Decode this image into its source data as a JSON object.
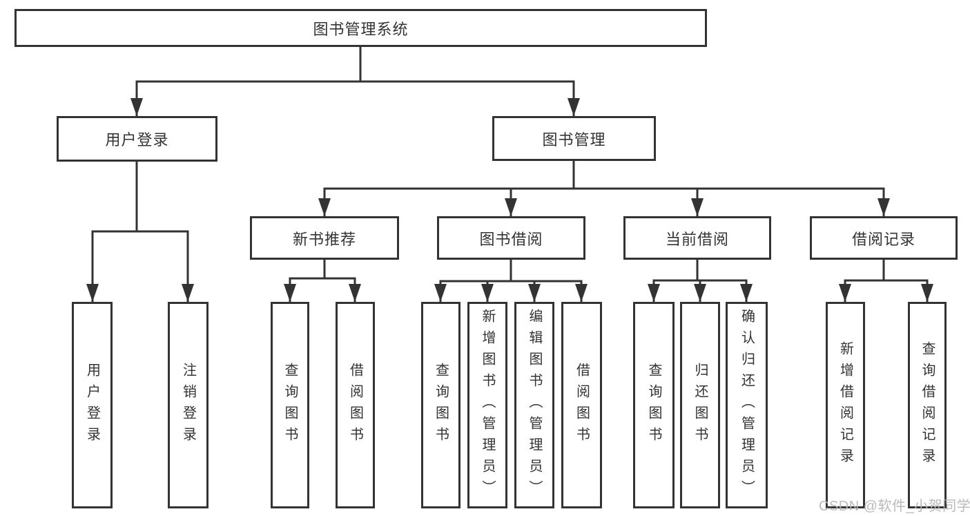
{
  "diagram": {
    "root": {
      "label": "图书管理系统"
    },
    "branches": [
      {
        "label": "用户登录",
        "children": [
          {
            "label": "用户登录"
          },
          {
            "label": "注销登录"
          }
        ]
      },
      {
        "label": "图书管理",
        "children": [
          {
            "label": "新书推荐",
            "children": [
              {
                "label": "查询图书"
              },
              {
                "label": "借阅图书"
              }
            ]
          },
          {
            "label": "图书借阅",
            "children": [
              {
                "label": "查询图书"
              },
              {
                "label": "新增图书（管理员）"
              },
              {
                "label": "编辑图书（管理员）"
              },
              {
                "label": "借阅图书"
              }
            ]
          },
          {
            "label": "当前借阅",
            "children": [
              {
                "label": "查询图书"
              },
              {
                "label": "归还图书"
              },
              {
                "label": "确认归还（管理员）"
              }
            ]
          },
          {
            "label": "借阅记录",
            "children": [
              {
                "label": "新增借阅记录"
              },
              {
                "label": "查询借阅记录"
              }
            ]
          }
        ]
      }
    ]
  },
  "watermark": {
    "text": "CSDN @软件_小贺同学"
  },
  "colors": {
    "line": "#333333",
    "box_border": "#333333",
    "box_background": "#ffffff",
    "text": "#333333",
    "watermark": "#b6b6b6"
  }
}
